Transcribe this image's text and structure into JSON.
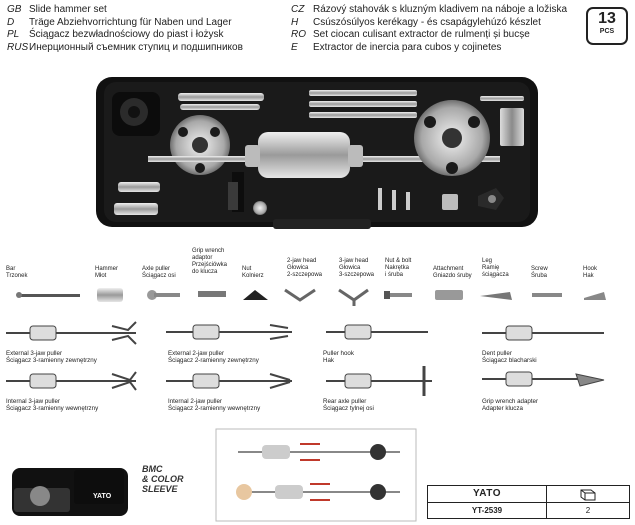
{
  "languages": [
    {
      "code": "GB",
      "text": "Slide hammer set"
    },
    {
      "code": "D",
      "text": "Träge Abziehvorrichtung für Naben und Lager"
    },
    {
      "code": "PL",
      "text": "Ściągacz bezwładnościowy do piast i łożysk"
    },
    {
      "code": "RUS",
      "text": "Инерционный съемник ступиц и подшипников"
    },
    {
      "code": "CZ",
      "text": "Rázový stahovák s kluzným kladivem na náboje a ložiska"
    },
    {
      "code": "H",
      "text": "Csúszósúlyos kerékagy - és csapágylehúzó készlet"
    },
    {
      "code": "RO",
      "text": "Set ciocan culisant extractor de rulmenți și bucșe"
    },
    {
      "code": "E",
      "text": "Extractor de inercia para cubos y cojinetes"
    }
  ],
  "badge": {
    "count": "13",
    "unit": "PCS"
  },
  "parts": [
    {
      "l1": "Bar",
      "l2": "Trzonek",
      "l3": ""
    },
    {
      "l1": "Hammer",
      "l2": "Młot",
      "l3": ""
    },
    {
      "l1": "Axle puller",
      "l2": "Ściągacz osi",
      "l3": ""
    },
    {
      "l1": "Grip wrench",
      "l2": "adaptor",
      "l3": "Przejściówka",
      "l4": "do klucza"
    },
    {
      "l1": "Nut",
      "l2": "Kolnierz",
      "l3": ""
    },
    {
      "l1": "2-jaw head",
      "l2": "Głowica",
      "l3": "2-szczepowa"
    },
    {
      "l1": "3-jaw head",
      "l2": "Głowica",
      "l3": "3-szczepowa"
    },
    {
      "l1": "Nut & bolt",
      "l2": "Nakrętka",
      "l3": "i śruba"
    },
    {
      "l1": "Attachment",
      "l2": "Gniazdo śruby",
      "l3": ""
    },
    {
      "l1": "Leg",
      "l2": "Ramię",
      "l3": "ściągacza"
    },
    {
      "l1": "Screw",
      "l2": "Śruba",
      "l3": ""
    },
    {
      "l1": "Hook",
      "l2": "Hak",
      "l3": ""
    }
  ],
  "configs": [
    {
      "l1": "External 3-jaw puller",
      "l2": "Ściągacz 3-ramienny zewnętrzny"
    },
    {
      "l1": "External 2-jaw puller",
      "l2": "Ściągacz 2-ramienny zewnętrzny"
    },
    {
      "l1": "Puller hook",
      "l2": "Hak"
    },
    {
      "l1": "Dent puller",
      "l2": "Ściągacz blacharski"
    },
    {
      "l1": "Internal 3-jaw puller",
      "l2": "Ściągacz 3-ramienny wewnętrzny"
    },
    {
      "l1": "Internal 2-jaw puller",
      "l2": "Ściągacz 2-ramienny wewnętrzny"
    },
    {
      "l1": "Rear axle puller",
      "l2": "Ściągacz tylnej osi"
    },
    {
      "l1": "Grip wrench adapter",
      "l2": "Adapter klucza"
    }
  ],
  "packaging": {
    "line1": "BMC",
    "line2": "& COLOR",
    "line3": "SLEEVE",
    "box_brand": "YATO"
  },
  "footer": {
    "brand": "YATO",
    "code": "YT-2539",
    "qty": "2"
  }
}
